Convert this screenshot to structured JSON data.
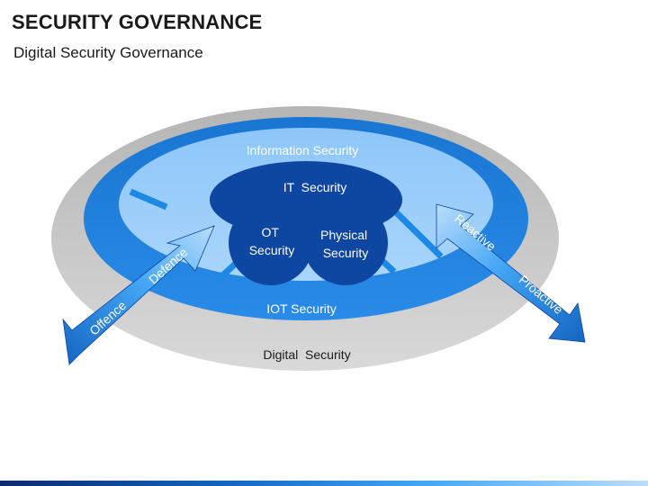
{
  "header": {
    "title": "SECURITY GOVERNANCE",
    "subtitle": "Digital Security Governance"
  },
  "diagram": {
    "layers": {
      "outer": "Digital  Security",
      "middle": "IOT Security",
      "inner": "Information Security"
    },
    "core": {
      "it": "IT  Security",
      "ot": [
        "OT",
        "Security"
      ],
      "physical": [
        "Physical",
        "Security"
      ]
    },
    "arrows": {
      "left_outward": "Offence",
      "left_inward": "Defence",
      "right_inward": "Reactive",
      "right_outward": "Proactive"
    },
    "colors": {
      "outer_ring": "#c8c8c8",
      "middle_ring": "#1e88e5",
      "inner_disc": "#90caf9",
      "core": "#0d47a1",
      "arrow": "#1e88e5"
    }
  }
}
